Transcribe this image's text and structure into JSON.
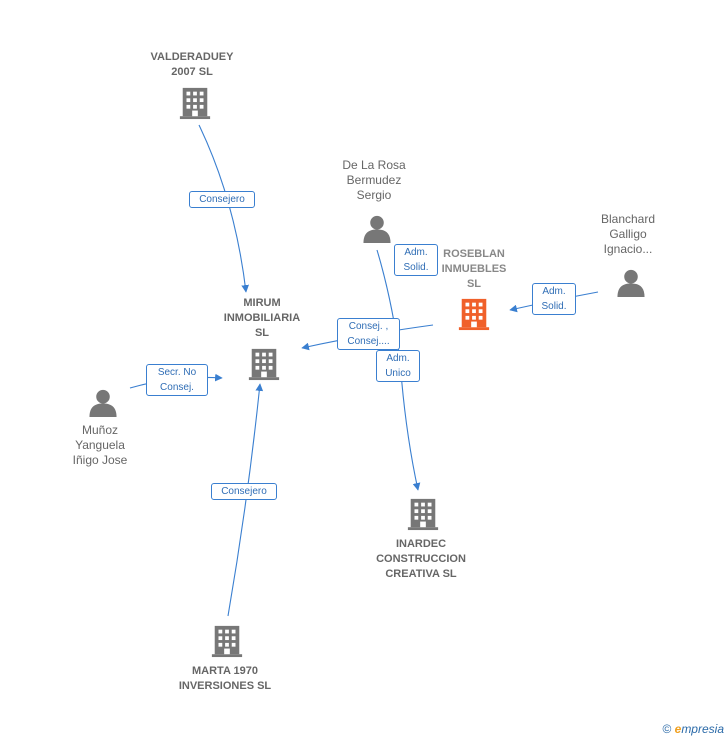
{
  "colors": {
    "edge": "#3a7fd0",
    "company_icon": "#777777",
    "center_icon": "#f0602a",
    "person_icon": "#777777"
  },
  "nodes": {
    "valderaduey": {
      "type": "company",
      "label": [
        "VALDERADUEY",
        "2007 SL"
      ]
    },
    "mirum": {
      "type": "company",
      "label": [
        "MIRUM",
        "INMOBILIARIA",
        "SL"
      ]
    },
    "roseblan": {
      "type": "company-center",
      "label": [
        "ROSEBLAN",
        "INMUEBLES",
        "SL"
      ]
    },
    "inardec": {
      "type": "company",
      "label": [
        "INARDEC",
        "CONSTRUCCION",
        "CREATIVA  SL"
      ]
    },
    "marta": {
      "type": "company",
      "label": [
        "MARTA 1970",
        "INVERSIONES SL"
      ]
    },
    "delarosa": {
      "type": "person",
      "label": [
        "De La Rosa",
        "Bermudez",
        "Sergio"
      ]
    },
    "blanchard": {
      "type": "person",
      "label": [
        "Blanchard",
        "Galligo",
        "Ignacio..."
      ]
    },
    "munoz": {
      "type": "person",
      "label": [
        "Muñoz",
        "Yanguela",
        "Iñigo Jose"
      ]
    }
  },
  "edges": {
    "valderaduey_mirum": [
      "Consejero"
    ],
    "delarosa_roseblan": [
      "Adm.",
      "Solid."
    ],
    "blanchard_roseblan": [
      "Adm.",
      "Solid."
    ],
    "roseblan_mirum": [
      "Consej. ,",
      "Consej...."
    ],
    "delarosa_inardec": [
      "Adm.",
      "Unico"
    ],
    "munoz_mirum": [
      "Secr.  No",
      "Consej."
    ],
    "marta_mirum": [
      "Consejero"
    ]
  },
  "footer": {
    "copyright": "©",
    "brand_first": "e",
    "brand_rest": "mpresia"
  }
}
